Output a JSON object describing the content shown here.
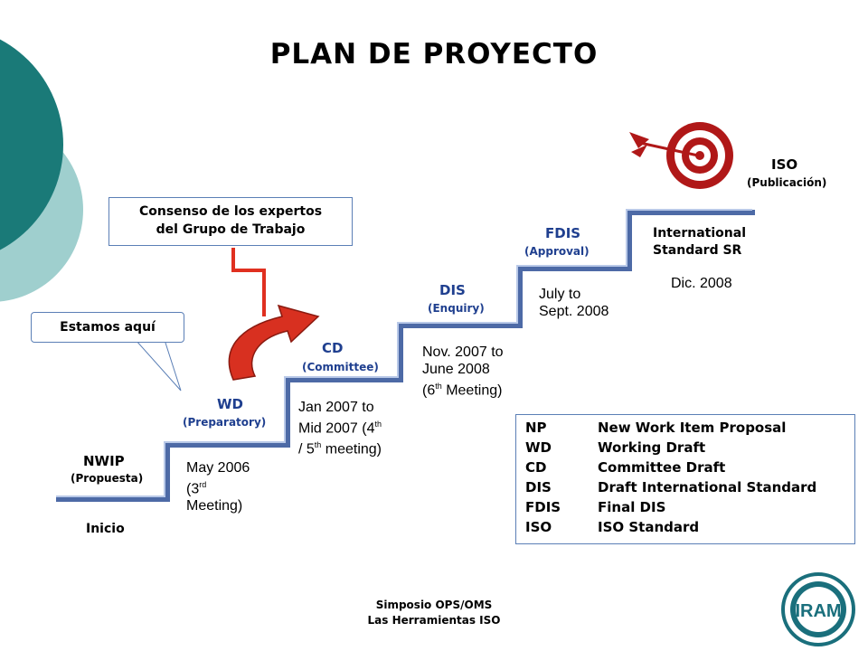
{
  "title": "PLAN DE PROYECTO",
  "stages": {
    "nwip": {
      "name": "NWIP",
      "sub": "(Propuesta)",
      "below": "Inicio"
    },
    "wd": {
      "name": "WD",
      "sub": "(Preparatory)",
      "date": [
        "May 2006",
        "(3",
        "rd",
        "Meeting)"
      ]
    },
    "cd": {
      "name": "CD",
      "sub": "(Committee)",
      "date": [
        "Jan 2007 to",
        "Mid 2007 (4",
        "th",
        "/ 5",
        "th",
        " meeting)"
      ]
    },
    "dis": {
      "name": "DIS",
      "sub": "(Enquiry)",
      "date": [
        "Nov. 2007 to",
        "June 2008",
        "(6",
        "th",
        " Meeting)"
      ]
    },
    "fdis": {
      "name": "FDIS",
      "sub": "(Approval)",
      "date": [
        "July to",
        "Sept. 2008"
      ]
    },
    "is": {
      "name": "International Standard SR",
      "line1": "International",
      "line2": "Standard SR",
      "date": "Dic. 2008"
    },
    "iso": {
      "name": "ISO",
      "sub": "(Publicación)"
    }
  },
  "callouts": {
    "consenso": {
      "line1": "Consenso de los expertos",
      "line2": "del Grupo de Trabajo"
    },
    "estamos": "Estamos aquí"
  },
  "legend": [
    {
      "abbr": "NP",
      "text": "New Work Item Proposal"
    },
    {
      "abbr": "WD",
      "text": "Working Draft"
    },
    {
      "abbr": "CD",
      "text": "Committee Draft"
    },
    {
      "abbr": "DIS",
      "text": "Draft International Standard"
    },
    {
      "abbr": "FDIS",
      "text": "Final DIS"
    },
    {
      "abbr": "ISO",
      "text": "ISO Standard"
    }
  ],
  "footer": {
    "line1": "Simposio OPS/OMS",
    "line2": "Las Herramientas ISO"
  },
  "logo": "IRAM",
  "colors": {
    "teal_dark": "#1a7a78",
    "teal_light": "#9fcfce",
    "stair_blue": "#6f8ec9",
    "stair_light": "#b9c9e8",
    "label_blue": "#1f3f8f",
    "connector_red": "#e03020",
    "target_red": "#b01818"
  }
}
